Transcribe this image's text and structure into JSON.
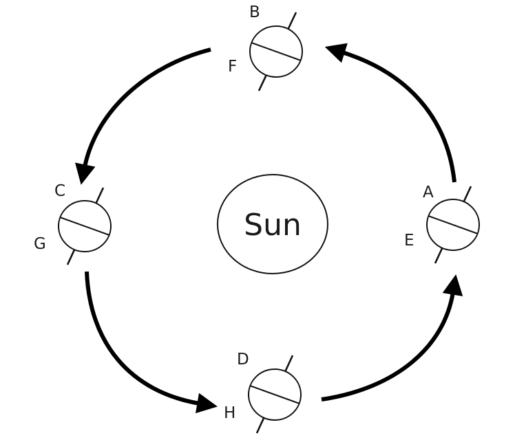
{
  "sun": {
    "label": "Sun"
  },
  "earth_positions": [
    {
      "id": "top",
      "upper_label": "B",
      "lower_label": "F"
    },
    {
      "id": "left",
      "upper_label": "C",
      "lower_label": "G"
    },
    {
      "id": "bottom",
      "upper_label": "D",
      "lower_label": "H"
    },
    {
      "id": "right",
      "upper_label": "A",
      "lower_label": "E"
    }
  ],
  "orbit_direction": "counterclockwise",
  "colors": {
    "stroke": "#111111",
    "arrow": "#000000",
    "background": "#ffffff"
  }
}
